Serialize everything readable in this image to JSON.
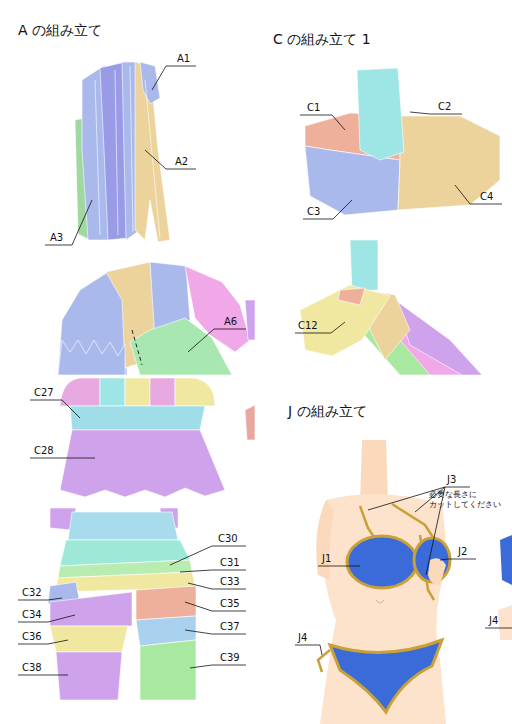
{
  "diagram": {
    "labels": [
      "A の組み立て",
      "A1",
      "A2",
      "A3",
      "A6",
      "C27",
      "C28",
      "C30",
      "C31",
      "C32",
      "C33",
      "C34",
      "C35",
      "C36",
      "C37",
      "C38",
      "C39",
      "C の組み立て 1",
      "C1",
      "C2",
      "C3",
      "C4",
      "C12",
      "J の組み立て",
      "J3",
      "必要な長さに カットしてください",
      "J1",
      "J2",
      "J4",
      "J4"
    ]
  }
}
